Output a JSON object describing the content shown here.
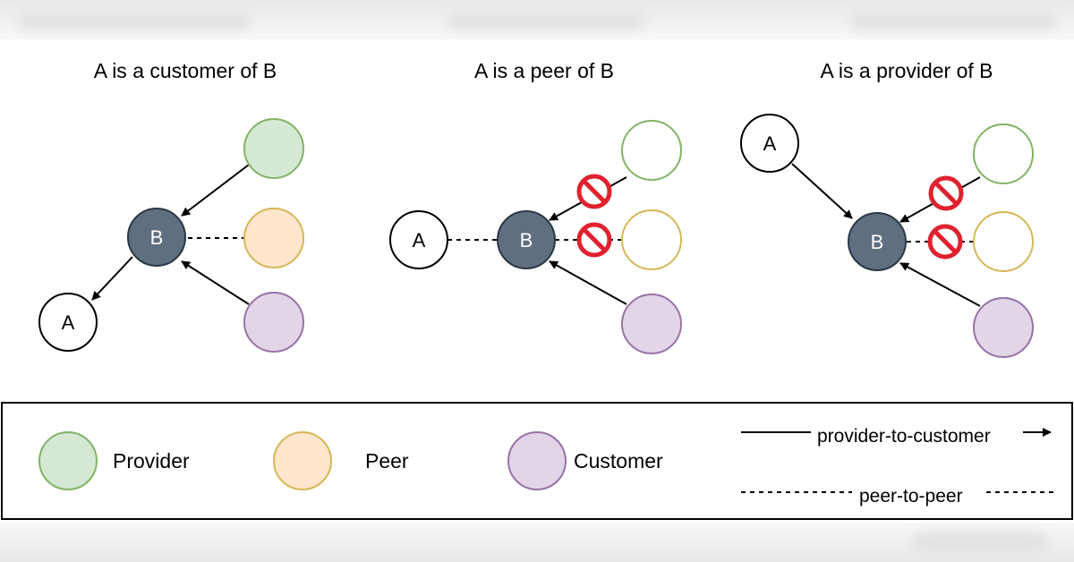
{
  "colors": {
    "provider_fill": "#d5e8d4",
    "provider_stroke": "#82b366",
    "peer_fill": "#ffe6cc",
    "peer_stroke": "#d6b656",
    "customer_fill": "#e1d5e7",
    "customer_stroke": "#9673a6",
    "b_fill": "#5f6f80",
    "block": "#e0212e"
  },
  "panels": {
    "customer": {
      "title": "A is a customer of B",
      "node_a": "A",
      "node_b": "B"
    },
    "peer": {
      "title": "A is a peer of B",
      "node_a": "A",
      "node_b": "B"
    },
    "provider": {
      "title": "A is a provider of B",
      "node_a": "A",
      "node_b": "B"
    }
  },
  "legend": {
    "provider": "Provider",
    "peer": "Peer",
    "customer": "Customer",
    "provider_to_customer": "provider-to-customer",
    "peer_to_peer": "peer-to-peer"
  },
  "icons": {
    "block": "prohibited-icon",
    "arrow": "arrow-right-icon"
  }
}
